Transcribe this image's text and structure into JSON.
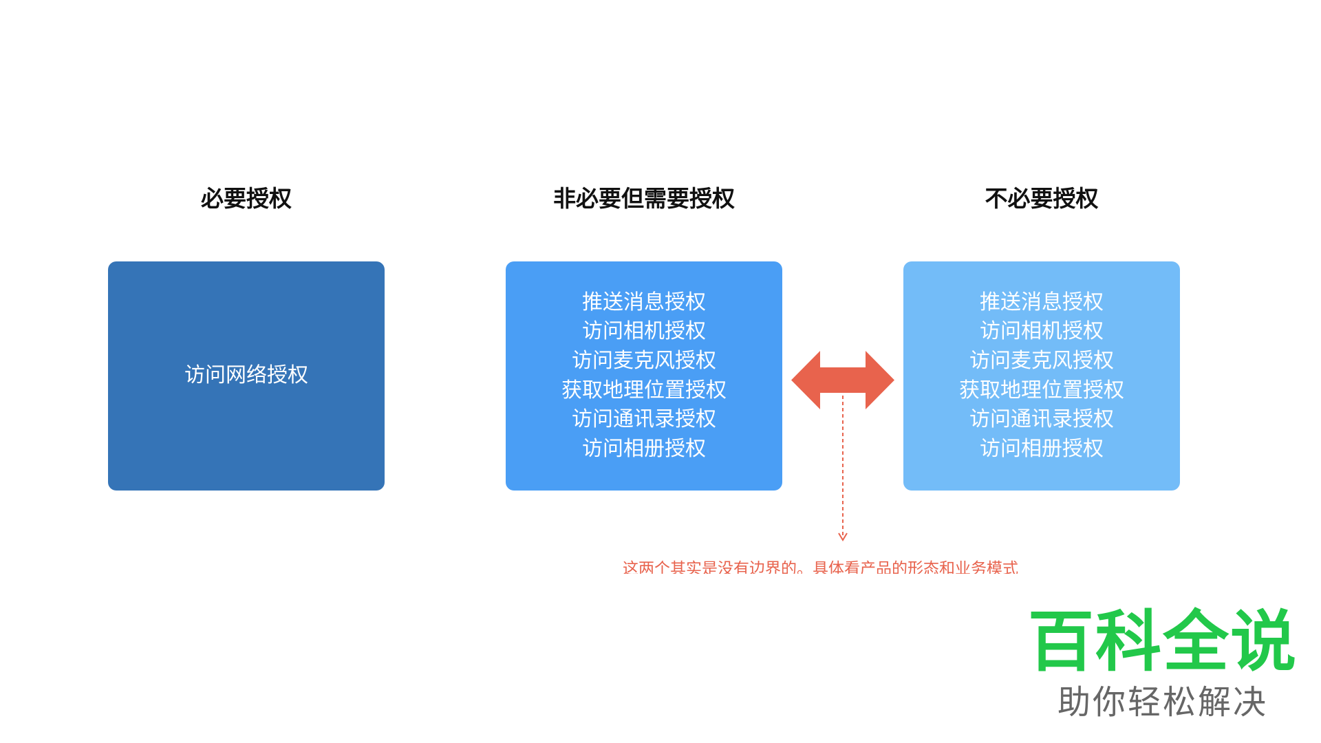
{
  "columns": [
    {
      "heading": "必要授权",
      "color": "#3574b7",
      "items": [
        "访问网络授权"
      ]
    },
    {
      "heading": "非必要但需要授权",
      "color": "#4a9ef5",
      "items": [
        "推送消息授权",
        "访问相机授权",
        "访问麦克风授权",
        "获取地理位置授权",
        "访问通讯录授权",
        "访问相册授权"
      ]
    },
    {
      "heading": "不必要授权",
      "color": "#73bcf8",
      "items": [
        "推送消息授权",
        "访问相机授权",
        "访问麦克风授权",
        "获取地理位置授权",
        "访问通讯录授权",
        "访问相册授权"
      ]
    }
  ],
  "annotation": {
    "text": "这两个其实是没有边界的。具体看产品的形态和业务模式",
    "color": "#e8634d"
  },
  "watermark": {
    "title": "百科全说",
    "subtitle": "助你轻松解决",
    "title_color": "#22c84a",
    "subtitle_color": "#666666"
  },
  "icons": {
    "connector": "double-arrow-icon"
  }
}
